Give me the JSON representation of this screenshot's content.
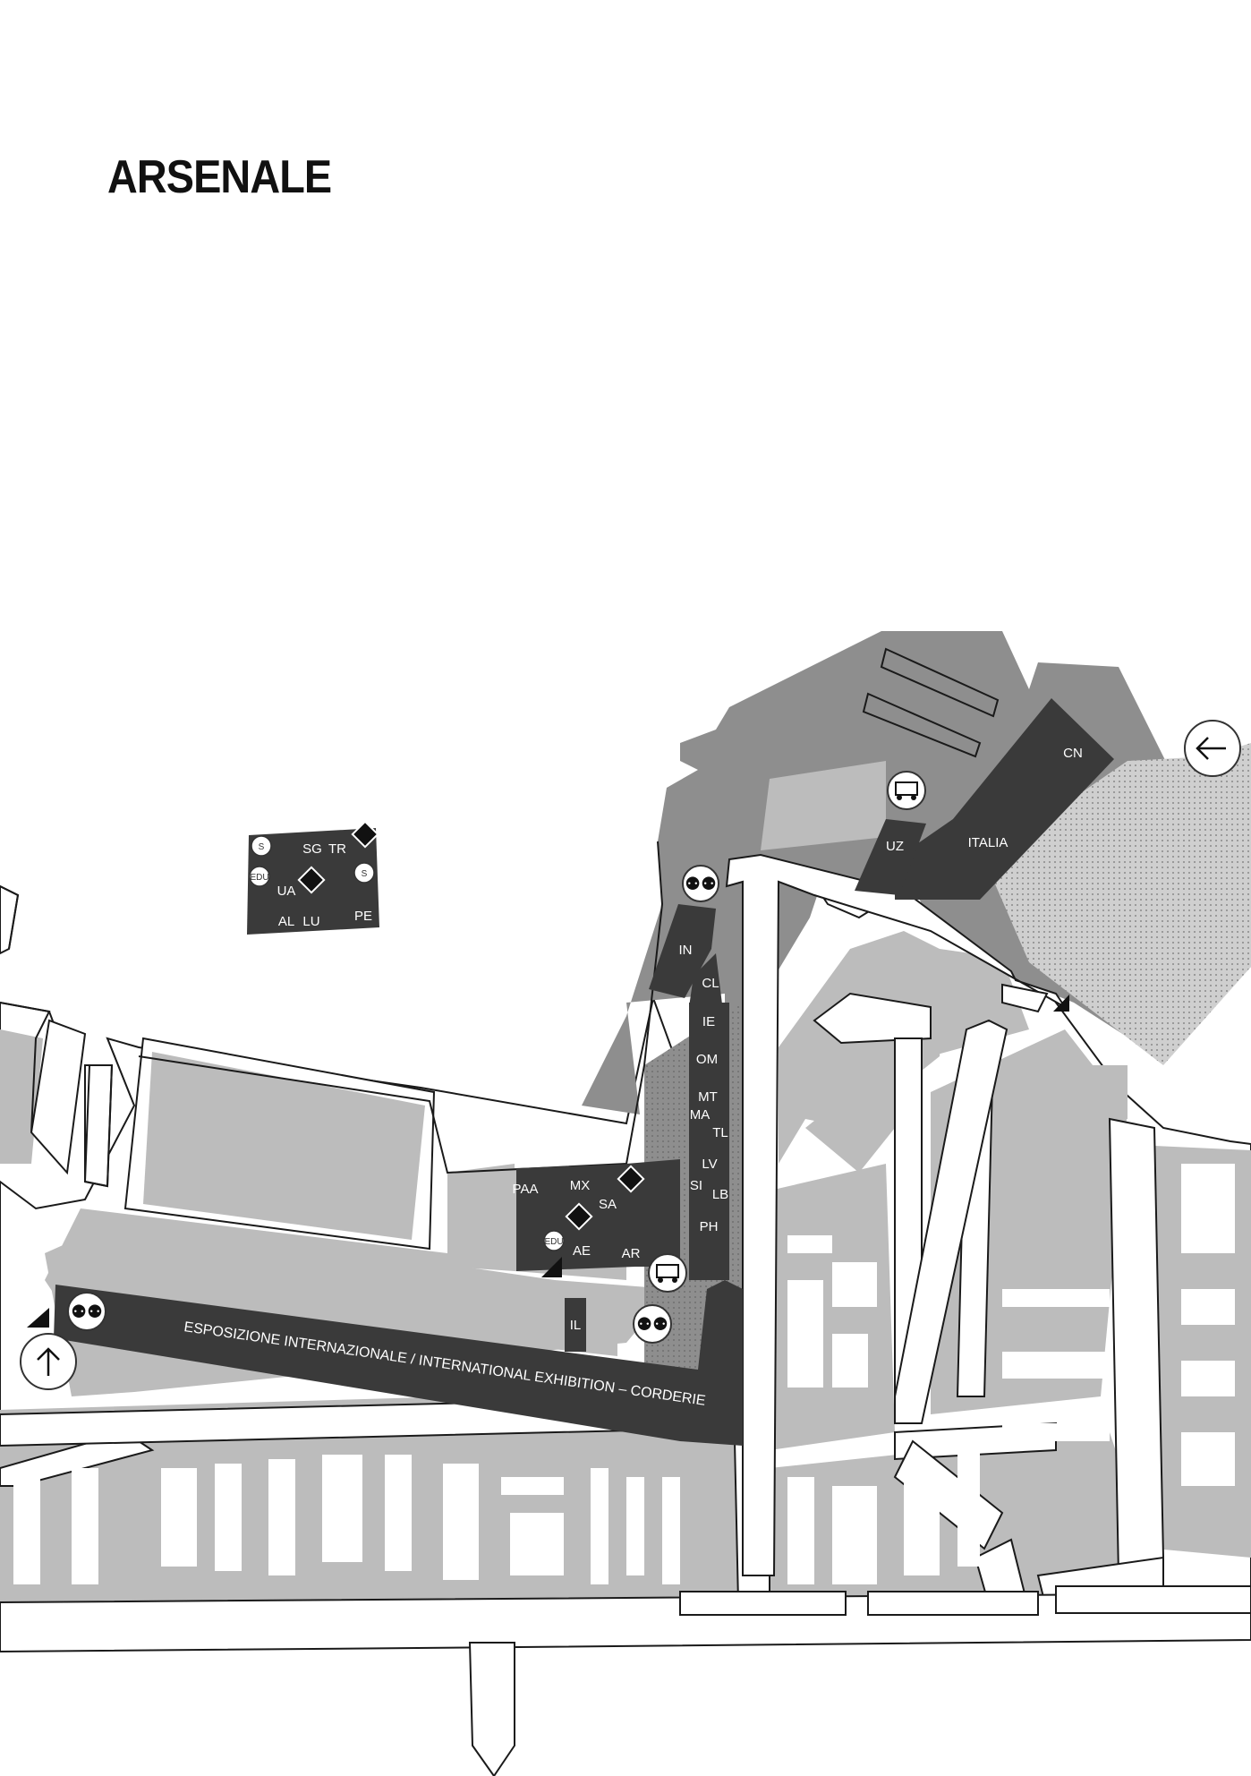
{
  "title": "ARSENALE",
  "colors": {
    "water": "#ffffff",
    "land": "#bcbcbc",
    "street": "#ffffff",
    "venue_area": "#8e8e8e",
    "pavilion": "#3a3a3a",
    "garden": "#d6d6d6",
    "outline": "#1a1a1a"
  },
  "pavilions": [
    {
      "code": "S"
    },
    {
      "code": "SG"
    },
    {
      "code": "TR"
    },
    {
      "code": "EDU"
    },
    {
      "code": "UA"
    },
    {
      "code": "S"
    },
    {
      "code": "AL"
    },
    {
      "code": "LU"
    },
    {
      "code": "PE"
    },
    {
      "code": "CN"
    },
    {
      "code": "UZ"
    },
    {
      "code": "ITALIA"
    },
    {
      "code": "IN"
    },
    {
      "code": "CL"
    },
    {
      "code": "IE"
    },
    {
      "code": "OM"
    },
    {
      "code": "MT"
    },
    {
      "code": "MA"
    },
    {
      "code": "TL"
    },
    {
      "code": "LV"
    },
    {
      "code": "SI"
    },
    {
      "code": "LB"
    },
    {
      "code": "PH"
    },
    {
      "code": "PAA"
    },
    {
      "code": "MX"
    },
    {
      "code": "SA"
    },
    {
      "code": "EDU"
    },
    {
      "code": "AE"
    },
    {
      "code": "AR"
    },
    {
      "code": "IL"
    }
  ],
  "exhibition_banner": "ESPOSIZIONE INTERNAZIONALE / INTERNATIONAL EXHIBITION – CORDERIE",
  "icons": {
    "restroom": "restroom-icon",
    "shuttle": "shuttle-cart-icon",
    "entrance_arrow": "arrow-left-icon",
    "exit_arrow": "arrow-up-icon",
    "feature": "diamond-marker-icon",
    "access": "triangle-access-icon"
  }
}
